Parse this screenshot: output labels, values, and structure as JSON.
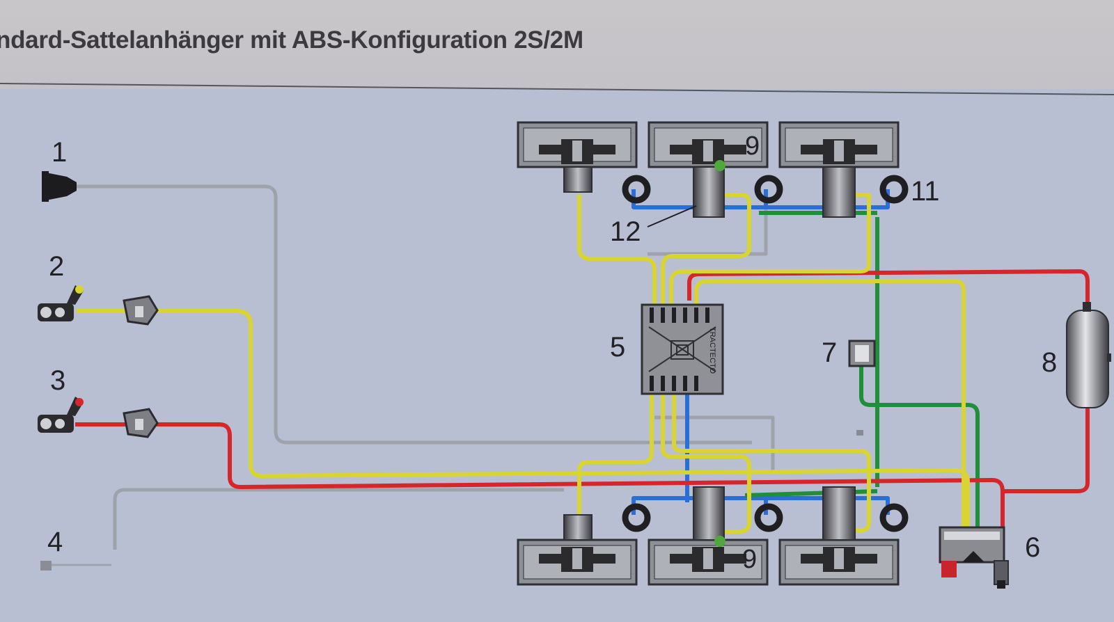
{
  "title": "ndard-Sattelanhänger mit ABS-Konfiguration 2S/2M",
  "callouts": {
    "c1": "1",
    "c2": "2",
    "c3": "3",
    "c4": "4",
    "c5": "5",
    "c6": "6",
    "c7": "7",
    "c8": "8",
    "c9_top": "9",
    "c9_bottom": "9",
    "c11": "11",
    "c12": "12"
  },
  "ecu_label": "TRACTECTO",
  "line_colors": {
    "supply": "#d7252c",
    "control": "#d9d430",
    "delivery": "#1f8f3a",
    "sensor": "#2a6fd6",
    "electric": "#9ea2ab"
  }
}
